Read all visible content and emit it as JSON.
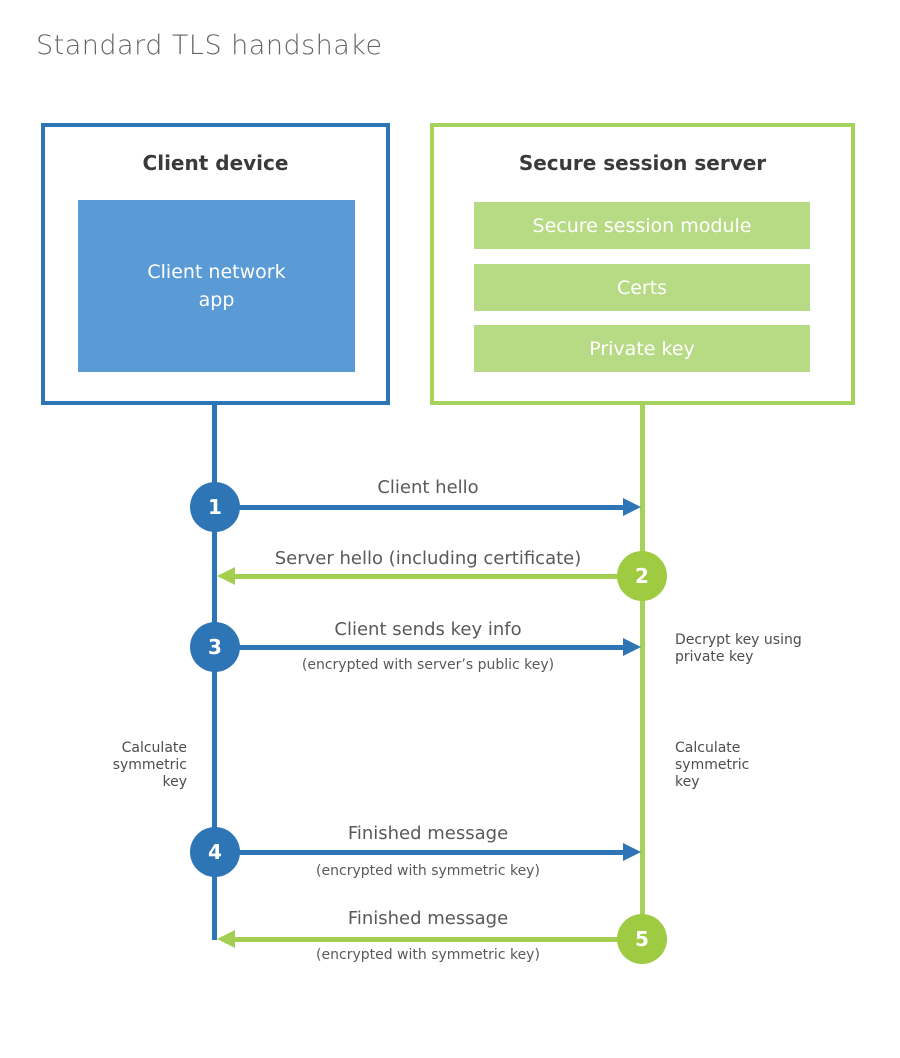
{
  "title": "Standard TLS handshake",
  "colors": {
    "blue": "#2e75b6",
    "blue_light": "#5b9bd5",
    "green": "#a3ce52",
    "green_light": "#b7da85",
    "text_gray": "#58595b"
  },
  "client": {
    "title": "Client device",
    "module": "Client network app"
  },
  "server": {
    "title": "Secure session server",
    "modules": [
      "Secure session module",
      "Certs",
      "Private key"
    ]
  },
  "messages": [
    {
      "step": "1",
      "from": "client",
      "label": "Client hello",
      "sublabel": ""
    },
    {
      "step": "2",
      "from": "server",
      "label": "Server hello (including certificate)",
      "sublabel": ""
    },
    {
      "step": "3",
      "from": "client",
      "label": "Client sends key info",
      "sublabel": "(encrypted with server’s public key)"
    },
    {
      "step": "4",
      "from": "client",
      "label": "Finished message",
      "sublabel": "(encrypted with symmetric key)"
    },
    {
      "step": "5",
      "from": "server",
      "label": "Finished message",
      "sublabel": "(encrypted with symmetric key)"
    }
  ],
  "annotations": {
    "decrypt": "Decrypt key using private key",
    "calc_left": "Calculate symmetric key",
    "calc_right": "Calculate symmetric key"
  }
}
